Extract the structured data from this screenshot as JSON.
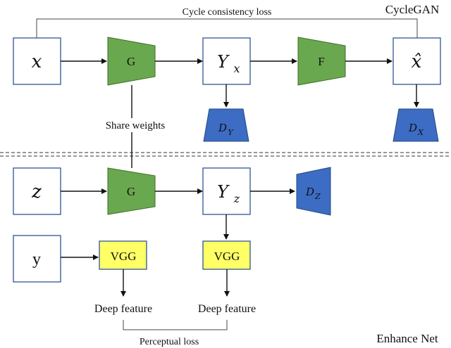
{
  "titles": {
    "top_label": "CycleGAN",
    "bottom_label": "Enhance Net"
  },
  "cycle_loss_label": "Cycle consistency loss",
  "share_weights_label": "Share weights",
  "perceptual_loss_label": "Perceptual loss",
  "nodes": {
    "x": "x",
    "g_top": "G",
    "y_x_base": "Y",
    "y_x_sub": "x",
    "f": "F",
    "x_hat": "x̂",
    "d_y_base": "D",
    "d_y_sub": "Y",
    "d_x_base": "D",
    "d_x_sub": "X",
    "z": "z",
    "g_bottom": "G",
    "y_z_base": "Y",
    "y_z_sub": "z",
    "d_z_base": "D",
    "d_z_sub": "Z",
    "y": "y",
    "vgg_left": "VGG",
    "vgg_right": "VGG",
    "deep_feature_left": "Deep feature",
    "deep_feature_right": "Deep feature"
  },
  "colors": {
    "generator": "#6aa84f",
    "discriminator": "#3c6cc4",
    "vgg": "#ffff66",
    "box_stroke": "#2f5496"
  }
}
